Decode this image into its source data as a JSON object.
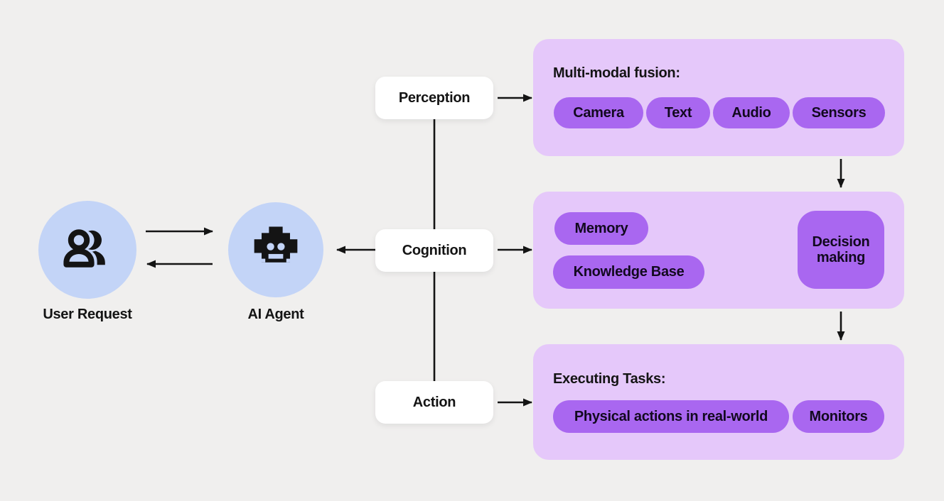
{
  "colors": {
    "background": "#f0efee",
    "node_blue": "#c3d4f7",
    "panel_purple": "#e5c8fa",
    "pill_purple": "#a967f0",
    "ink": "#141414",
    "stage_white": "#ffffff"
  },
  "actors": {
    "user": {
      "label": "User Request",
      "icon": "people-icon"
    },
    "agent": {
      "label": "AI Agent",
      "icon": "robot-icon"
    }
  },
  "stages": {
    "perception": {
      "label": "Perception"
    },
    "cognition": {
      "label": "Cognition"
    },
    "action": {
      "label": "Action"
    }
  },
  "panels": {
    "perception": {
      "title": "Multi-modal fusion:",
      "pills": [
        "Camera",
        "Text",
        "Audio",
        "Sensors"
      ]
    },
    "cognition": {
      "pills": [
        "Memory",
        "Knowledge Base"
      ],
      "decision_label": "Decision making"
    },
    "action": {
      "title": "Executing Tasks:",
      "pills": [
        "Physical actions in real-world",
        "Monitors"
      ]
    }
  }
}
